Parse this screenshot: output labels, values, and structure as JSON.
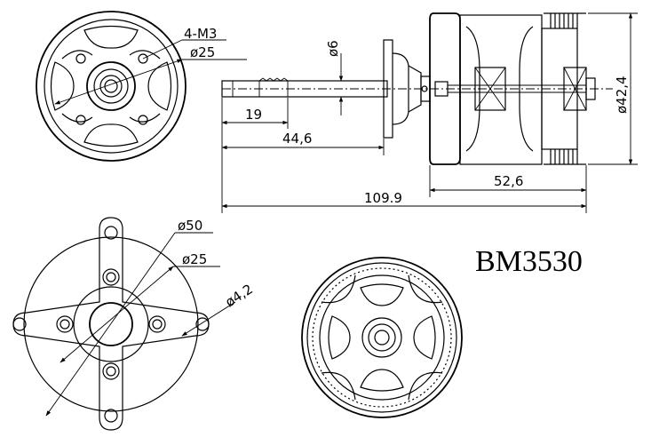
{
  "model_label": "BM3530",
  "dimensions": {
    "mount_holes": "4-M3",
    "front_pcd": "ø25",
    "shaft_dia": "ø6",
    "shaft_tip_len": "19",
    "shaft_to_flange": "44,6",
    "body_dia": "ø42,4",
    "body_len": "52,6",
    "total_len": "109.9",
    "mount_dia": "ø50",
    "mount_pcd": "ø25",
    "mount_hole": "ø4,2"
  }
}
